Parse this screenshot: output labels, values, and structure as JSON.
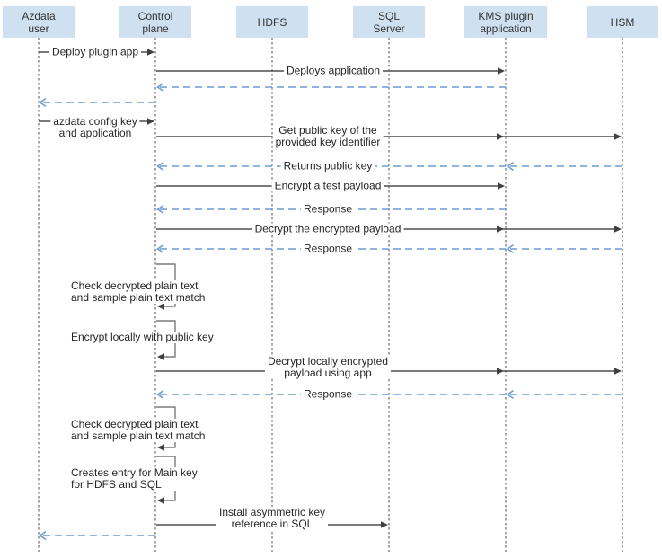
{
  "diagram": {
    "type": "sequence-diagram",
    "description": "Key management sequence between azdata user, control plane, HDFS, SQL Server, KMS plugin application, and HSM"
  },
  "colors": {
    "actor_fill": "#cfe1f1",
    "actor_text": "#333333",
    "solid_arrow": "#4f4f4f",
    "return_arrow": "#6a9bd3",
    "loop_line": "#7a7a7a",
    "message_text": "#262626",
    "lifeline": "#4c4c4c",
    "background": "#ffffff"
  },
  "actors": [
    {
      "id": "azdata-user",
      "label": "Azdata\nuser"
    },
    {
      "id": "control-plane",
      "label": "Control\nplane"
    },
    {
      "id": "hdfs",
      "label": "HDFS"
    },
    {
      "id": "sql-server",
      "label": "SQL\nServer"
    },
    {
      "id": "kms-plugin-application",
      "label": "KMS plugin\napplication"
    },
    {
      "id": "hsm",
      "label": "HSM"
    }
  ],
  "messages": [
    {
      "label": "Deploy plugin app",
      "from": "Azdata user",
      "to": "Control plane",
      "type": "request"
    },
    {
      "label": "Deploys application",
      "from": "Control plane",
      "to": "KMS plugin application",
      "type": "request"
    },
    {
      "label": "",
      "from": "KMS plugin application",
      "to": "Control plane",
      "type": "response"
    },
    {
      "label": "",
      "from": "Control plane",
      "to": "Azdata user",
      "type": "response"
    },
    {
      "label": "azdata config key\nand application",
      "from": "Azdata user",
      "to": "Control plane",
      "type": "request"
    },
    {
      "label": "Get public key of the\nprovided key identifier",
      "from": "Control plane",
      "to": "HSM",
      "via": "KMS plugin application",
      "type": "request"
    },
    {
      "label": "Returns public key",
      "from": "HSM",
      "to": "Control plane",
      "via": "KMS plugin application",
      "type": "response"
    },
    {
      "label": "Encrypt a test payload",
      "from": "Control plane",
      "to": "KMS plugin application",
      "type": "request"
    },
    {
      "label": "Response",
      "from": "KMS plugin application",
      "to": "Control plane",
      "type": "response"
    },
    {
      "label": "Decrypt the encrypted payload",
      "from": "Control plane",
      "to": "HSM",
      "via": "KMS plugin application",
      "type": "request"
    },
    {
      "label": "Response",
      "from": "HSM",
      "to": "Control plane",
      "via": "KMS plugin application",
      "type": "response"
    },
    {
      "label": "Check decrypted plain text\nand sample plain text match",
      "from": "Control plane",
      "to": "Control plane",
      "type": "self"
    },
    {
      "label": "Encrypt locally with public key",
      "from": "Control plane",
      "to": "Control plane",
      "type": "self"
    },
    {
      "label": "Decrypt locally encrypted\npayload using app",
      "from": "Control plane",
      "to": "HSM",
      "via": "KMS plugin application",
      "type": "request"
    },
    {
      "label": "Response",
      "from": "HSM",
      "to": "Control plane",
      "via": "KMS plugin application",
      "type": "response"
    },
    {
      "label": "Check decrypted plain text\nand sample plain text match",
      "from": "Control plane",
      "to": "Control plane",
      "type": "self"
    },
    {
      "label": "Creates entry for Main key\nfor HDFS and SQL",
      "from": "Control plane",
      "to": "Control plane",
      "type": "self"
    },
    {
      "label": "Install asymmetric key\nreference in SQL",
      "from": "Control plane",
      "to": "SQL Server",
      "type": "request"
    },
    {
      "label": "",
      "from": "Control plane",
      "to": "Azdata user",
      "type": "response"
    }
  ]
}
